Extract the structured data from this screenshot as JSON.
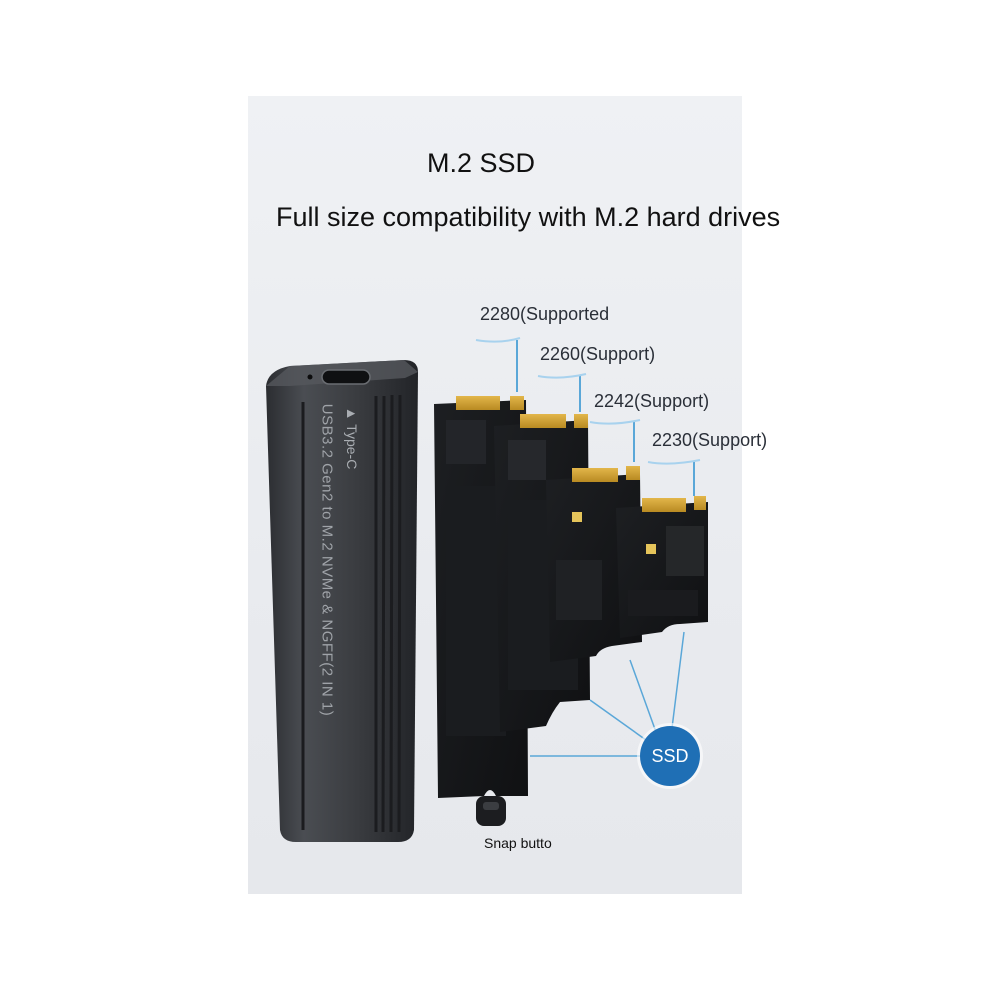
{
  "heading": {
    "title": "M.2 SSD",
    "subtitle": "Full size compatibility with M.2 hard drives"
  },
  "sizes": [
    {
      "label": "2280(Supported"
    },
    {
      "label": "2260(Support)"
    },
    {
      "label": "2242(Support)"
    },
    {
      "label": "2230(Support)"
    }
  ],
  "badge": {
    "label": "SSD"
  },
  "snap_button": {
    "label": "Snap butto"
  },
  "enclosure": {
    "port_label": "▲ Type-C",
    "side_text": "USB3.2 Gen2 to M.2 NVMe & NGFF(2 IN 1)"
  },
  "colors": {
    "accent": "#1f6fb5",
    "leader_line": "#5aa7d8",
    "panel": "#eceef1",
    "enclosure": "#3a3d42"
  }
}
